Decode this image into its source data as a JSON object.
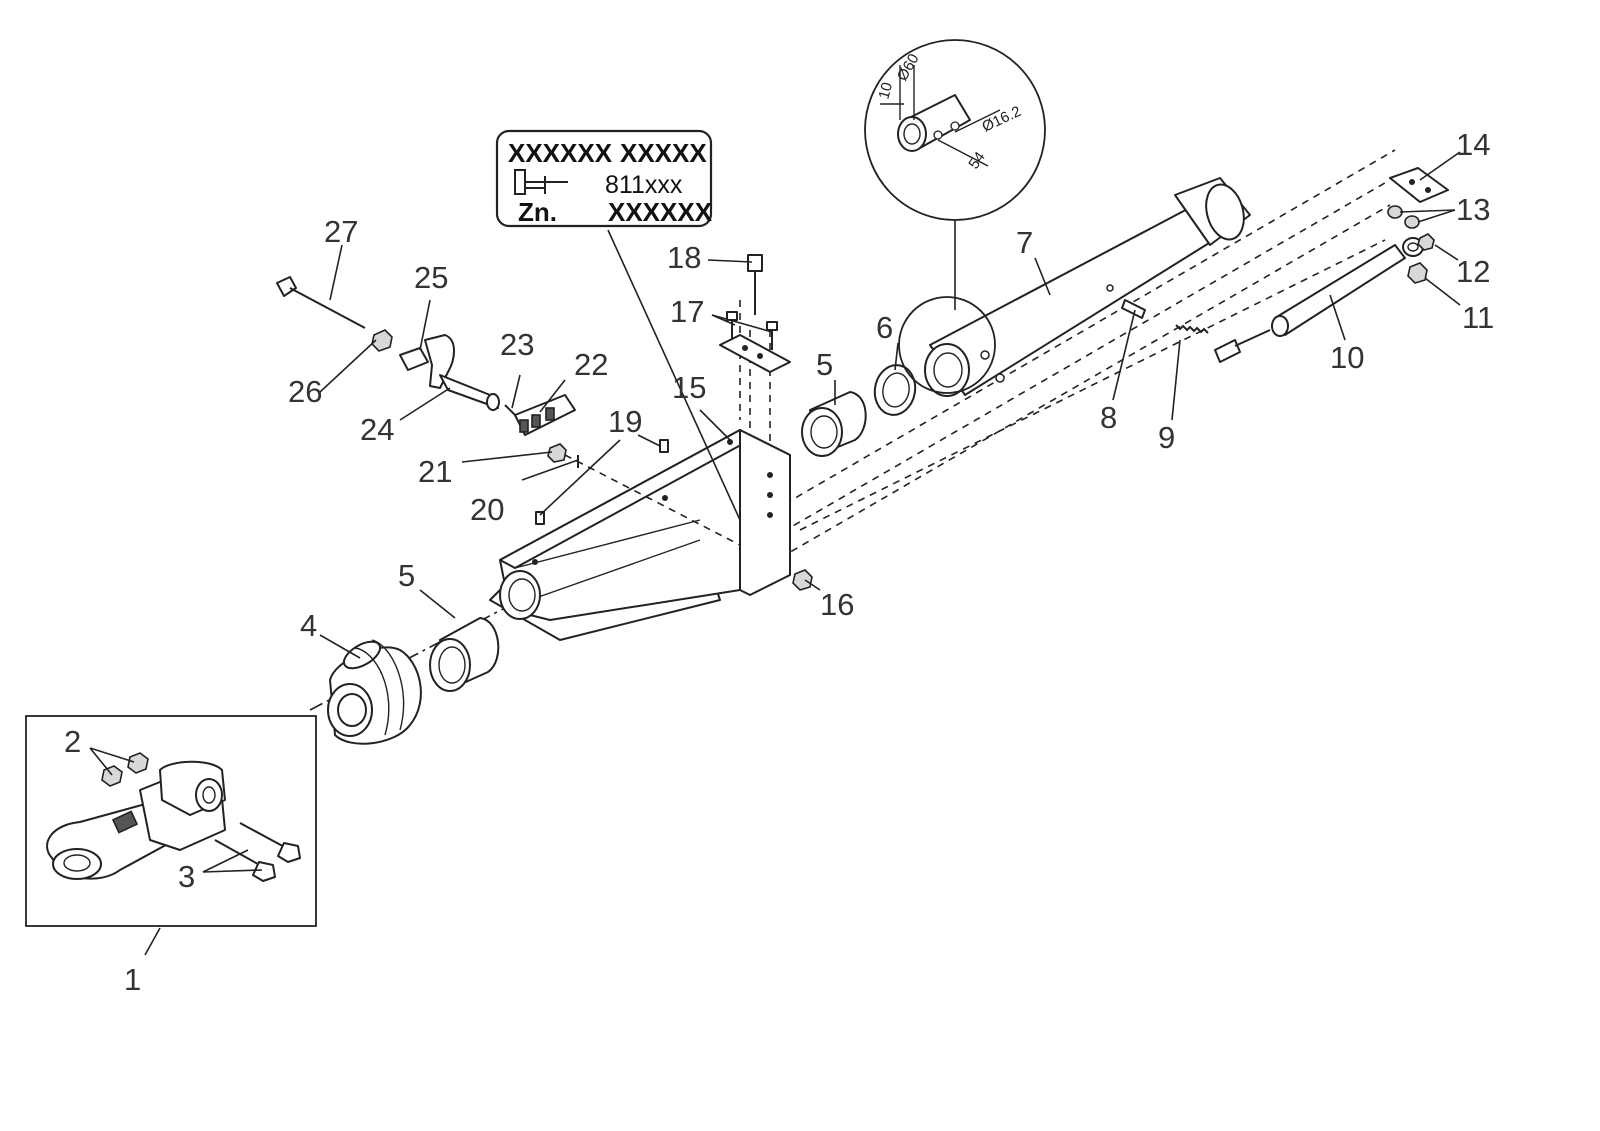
{
  "label_plate": {
    "line1_left": "XXXXXX",
    "line1_right": "XXXXX",
    "line2_right": "811xxx",
    "line3_left": "Zn.",
    "line3_right": "XXXXXX"
  },
  "detail": {
    "dim_diameter_60": "Ø60",
    "dim_10": "10",
    "dim_diameter_16_2": "Ø16.2",
    "dim_54": "54"
  },
  "callouts": {
    "c1": "1",
    "c2": "2",
    "c3": "3",
    "c4": "4",
    "c5a": "5",
    "c5b": "5",
    "c6": "6",
    "c7": "7",
    "c8": "8",
    "c9": "9",
    "c10": "10",
    "c11": "11",
    "c12": "12",
    "c13": "13",
    "c14": "14",
    "c15": "15",
    "c16": "16",
    "c17": "17",
    "c18": "18",
    "c19": "19",
    "c20": "20",
    "c21": "21",
    "c22": "22",
    "c23": "23",
    "c24": "24",
    "c25": "25",
    "c26": "26",
    "c27": "27"
  }
}
